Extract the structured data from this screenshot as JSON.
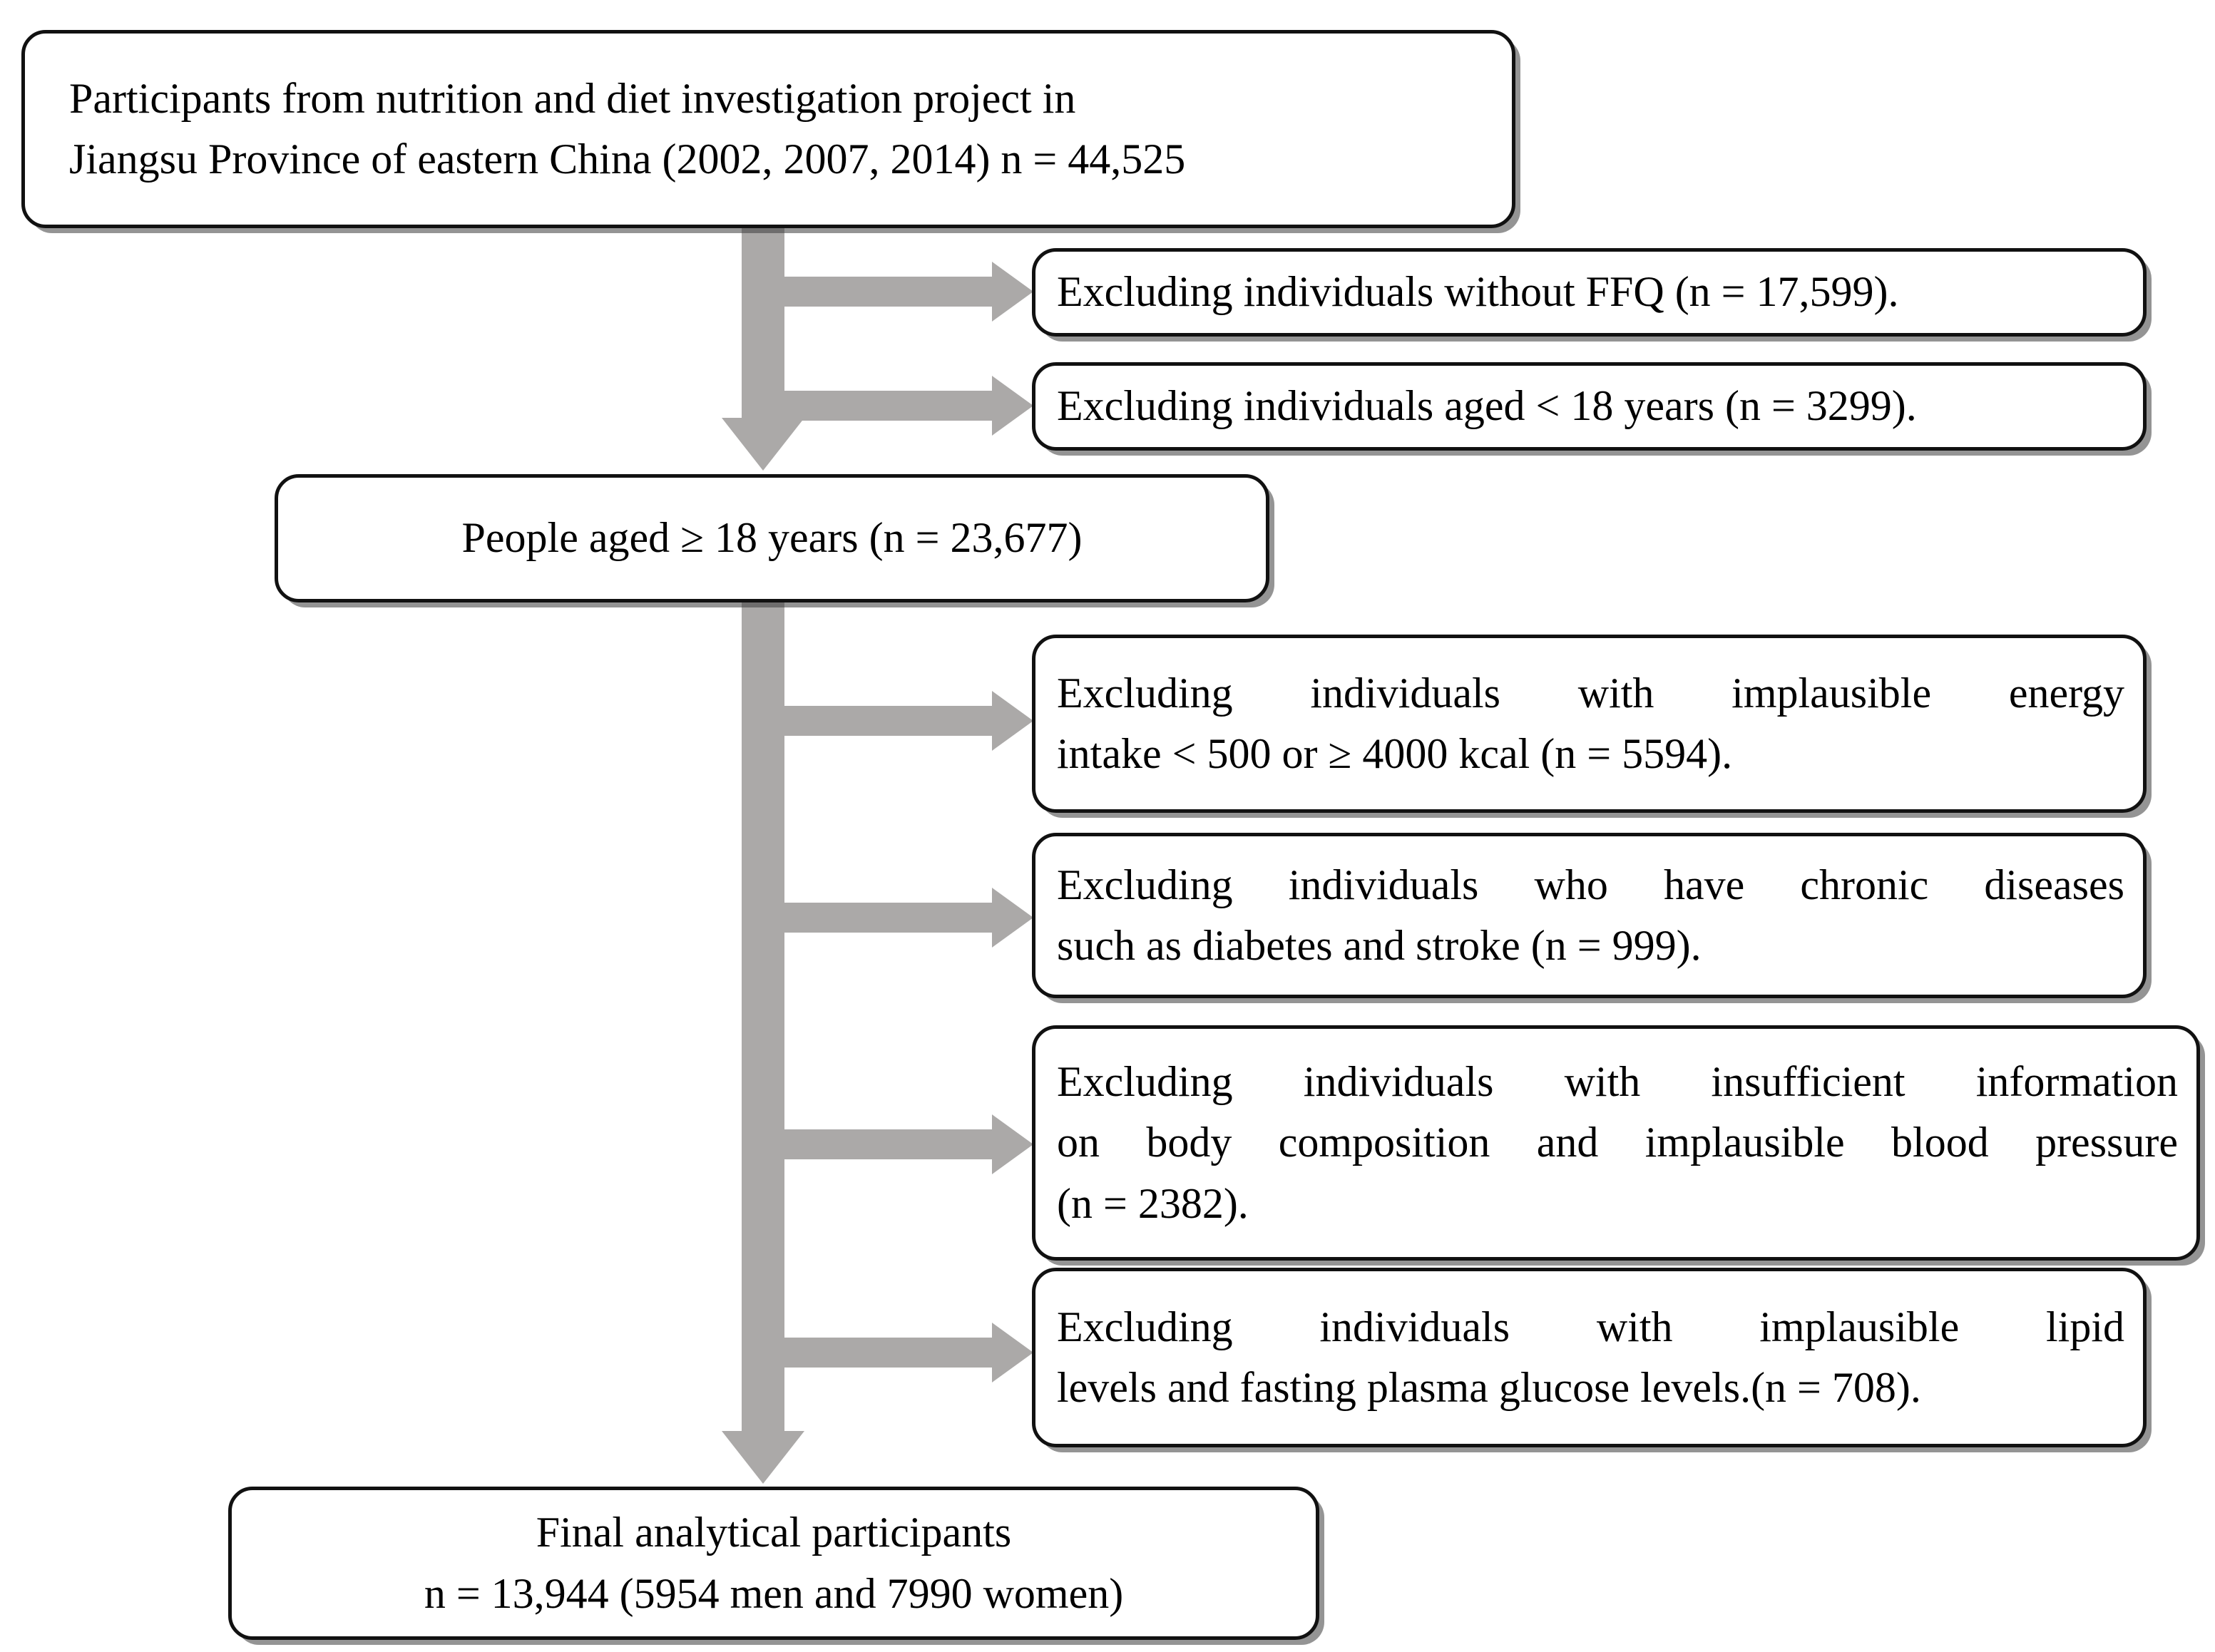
{
  "figure": {
    "type": "flowchart",
    "title": "Participant selection flow diagram",
    "colors": {
      "box_border": "#111111",
      "box_fill": "#ffffff",
      "arrow_gray": "#aba9a8",
      "text": "#000000"
    }
  },
  "nodes": {
    "source": {
      "id": "source-cohort",
      "line1": "Participants from nutrition and diet investigation project in",
      "line2": "Jiangsu Province of eastern China (2002, 2007, 2014) n = 44,525",
      "n": 44525,
      "years": [
        2002,
        2007,
        2014
      ],
      "region": "Jiangsu Province of eastern China"
    },
    "adults": {
      "id": "adults-eligible",
      "text": "People aged ≥ 18 years (n = 23,677)",
      "n": 23677
    },
    "final": {
      "id": "final-analytical-sample",
      "line1": "Final analytical participants",
      "line2": "n = 13,944 (5954 men and 7990 women)",
      "n": 13944,
      "men": 5954,
      "women": 7990
    }
  },
  "exclusions": [
    {
      "id": "excl-no-ffq",
      "text": "Excluding individuals without FFQ (n = 17,599).",
      "n": 17599,
      "lines": [
        "Excluding individuals without FFQ (n = 17,599)."
      ]
    },
    {
      "id": "excl-under-18",
      "text": "Excluding individuals aged < 18 years (n = 3299).",
      "n": 3299,
      "lines": [
        "Excluding individuals aged < 18 years (n = 3299)."
      ]
    },
    {
      "id": "excl-implausible-energy",
      "text": "Excluding individuals with implausible energy intake < 500 or ≥ 4000 kcal (n = 5594).",
      "n": 5594,
      "lines": [
        "Excluding individuals with implausible energy",
        "intake < 500 or ≥ 4000 kcal (n = 5594)."
      ]
    },
    {
      "id": "excl-chronic-disease",
      "text": "Excluding individuals who have chronic diseases such as diabetes and stroke (n = 999).",
      "n": 999,
      "lines": [
        "Excluding individuals who have chronic diseases",
        "such as diabetes and stroke (n = 999)."
      ]
    },
    {
      "id": "excl-body-composition-bp",
      "text": "Excluding individuals with insufficient information on body composition and implausible blood pressure (n = 2382).",
      "n": 2382,
      "lines": [
        "Excluding individuals with insufficient information",
        "on body composition and implausible blood pressure",
        "(n = 2382)."
      ]
    },
    {
      "id": "excl-lipid-glucose",
      "text": "Excluding individuals with implausible lipid levels and fasting plasma glucose levels.(n = 708).",
      "n": 708,
      "lines": [
        "Excluding individuals with implausible lipid",
        "levels and fasting plasma glucose levels.(n = 708)."
      ]
    }
  ],
  "flow_data": {
    "stages": [
      {
        "label": "Participants from nutrition and diet investigation project in Jiangsu Province of eastern China (2002, 2007, 2014)",
        "n": 44525
      },
      {
        "label": "People aged ≥ 18 years",
        "n": 23677
      },
      {
        "label": "Final analytical participants",
        "n": 13944
      }
    ],
    "excluded_counts": [
      17599,
      3299,
      5594,
      999,
      2382,
      708
    ],
    "arrows": {
      "down_count": 2,
      "right_count": 6
    }
  }
}
